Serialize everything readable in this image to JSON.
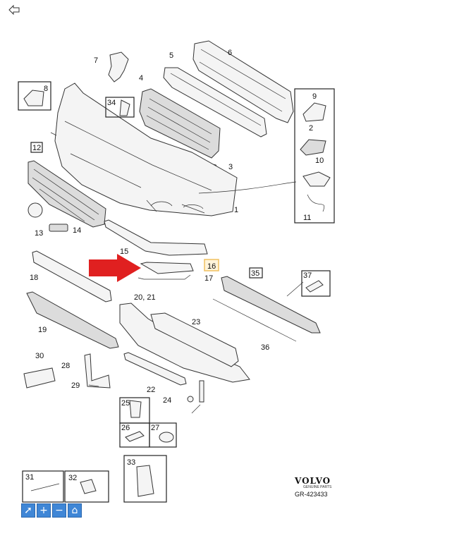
{
  "labels": {
    "l1": "1",
    "l2": "2",
    "l3": "3",
    "l4": "4",
    "l5": "5",
    "l6": "6",
    "l7": "7",
    "l8": "8",
    "l9": "9",
    "l10": "10",
    "l11": "11",
    "l12": "12",
    "l13": "13",
    "l14": "14",
    "l15": "15",
    "l16": "16",
    "l17": "17",
    "l18": "18",
    "l19": "19",
    "l2021": "20, 21",
    "l22": "22",
    "l23": "23",
    "l24": "24",
    "l25": "25",
    "l26": "26",
    "l27": "27",
    "l28": "28",
    "l29": "29",
    "l30": "30",
    "l31": "31",
    "l32": "32",
    "l33": "33",
    "l34": "34",
    "l35": "35",
    "l36": "36",
    "l37": "37"
  },
  "brand": {
    "name": "VOLVO",
    "sub": "GENUINE PARTS",
    "ref": "GR-423433"
  },
  "toolbar": {
    "back_icon": "arrow-left-icon",
    "tools": [
      "pointer-icon",
      "zoom-in-icon",
      "zoom-out-icon",
      "home-icon"
    ],
    "glyph_pointer": "➚",
    "glyph_plus": "+",
    "glyph_minus": "−",
    "glyph_home": "⌂"
  },
  "colors": {
    "highlight_arrow": "#e02020",
    "highlight_box": "#f0c060",
    "toolbar": "#3f86d6"
  }
}
